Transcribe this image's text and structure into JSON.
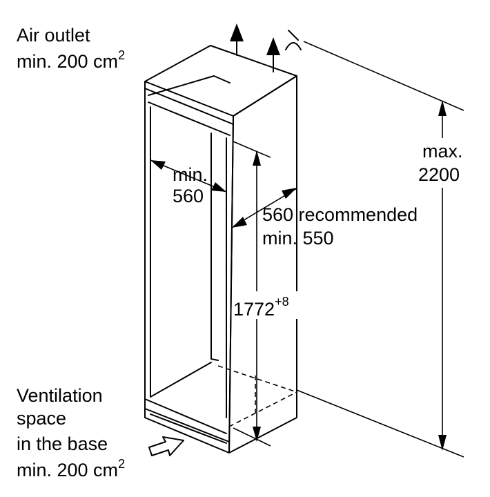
{
  "labels": {
    "air_outlet_line1": "Air outlet",
    "air_outlet_line2": "min. 200 cm",
    "air_outlet_sup": "2",
    "inner_width_line1": "min.",
    "inner_width_line2": "560",
    "depth_line1": "560 recommended",
    "depth_line2": "min. 550",
    "niche_height": "1772",
    "niche_height_tolerance": "+8",
    "max_height_line1": "max.",
    "max_height_line2": "2200",
    "ventilation_line1": "Ventilation",
    "ventilation_line2": "space",
    "ventilation_line3": "in the base",
    "ventilation_line4": "min. 200 cm",
    "ventilation_sup": "2"
  }
}
